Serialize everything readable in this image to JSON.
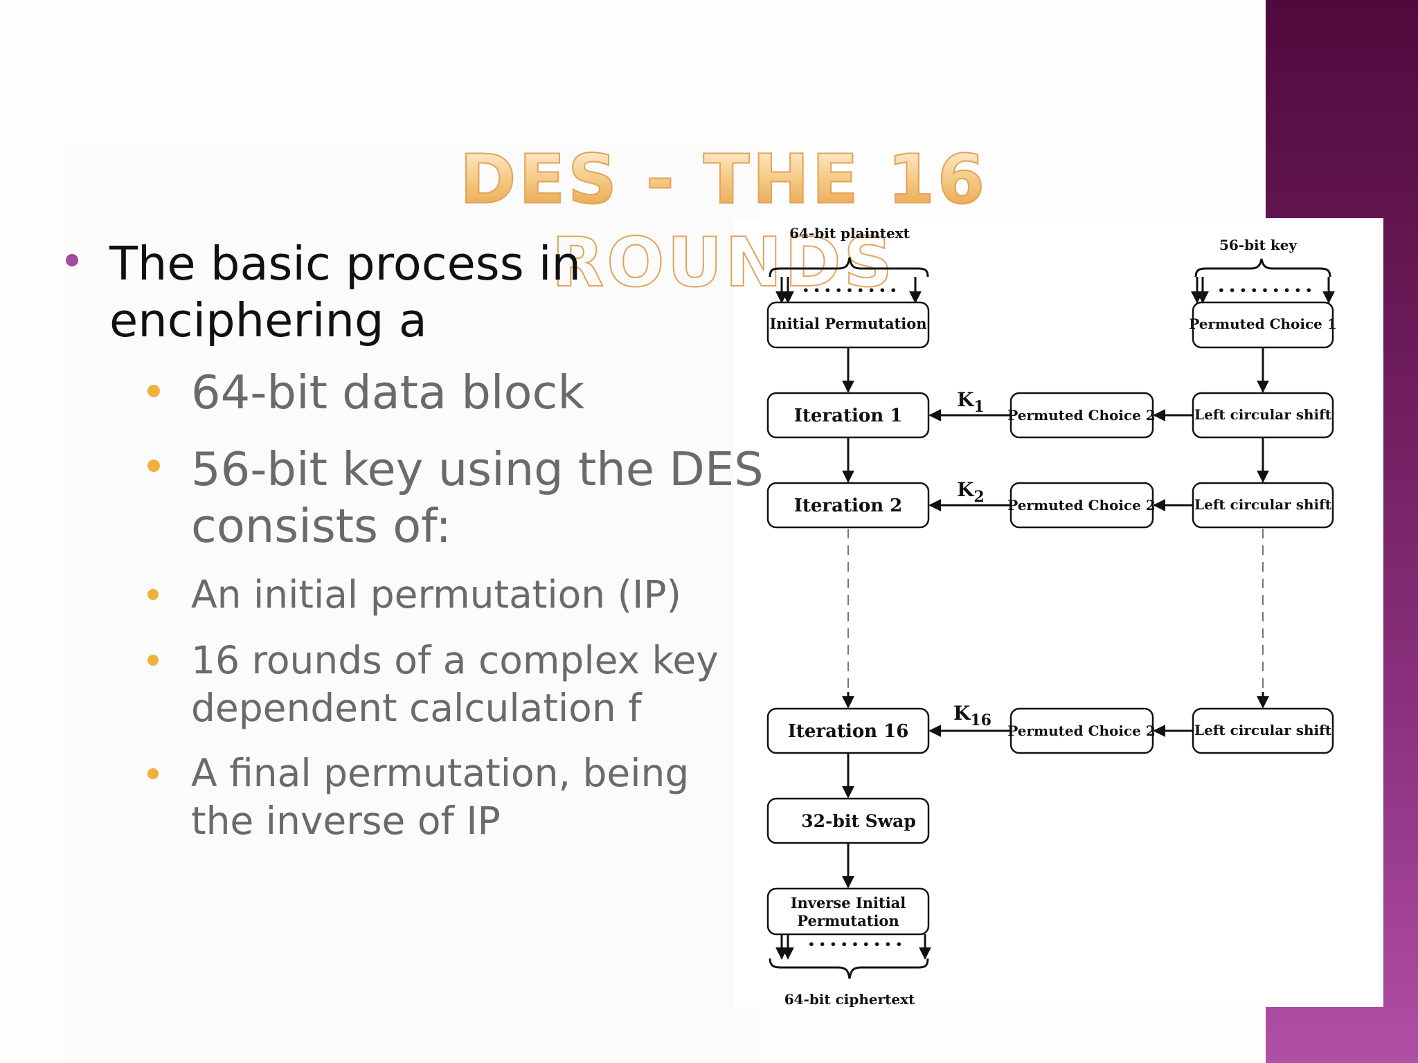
{
  "slide": {
    "title": "DES - THE 16 ROUNDS",
    "colors": {
      "title_gold": "#f2b060",
      "purple_band": "#6e1c5c",
      "bullet_level1": "#a64a9c",
      "bullet_level2": "#f0b13c",
      "body_black": "#111111",
      "body_gray": "#6a6a6a"
    }
  },
  "bullets": {
    "main": {
      "line1": "The basic process in",
      "line2": "enciphering a"
    },
    "sub": [
      {
        "line1": "64-bit data block"
      },
      {
        "line1": "56-bit key using the DES",
        "line2": "consists of:"
      },
      {
        "line1": "An initial permutation (IP)"
      },
      {
        "line1": "16 rounds of a complex key",
        "line2": "dependent calculation f"
      },
      {
        "line1": "A final permutation, being",
        "line2": "the inverse of IP"
      }
    ]
  },
  "diagram": {
    "input_label": "64-bit plaintext",
    "key_label": "56-bit key",
    "output_label": "64-bit ciphertext",
    "initial_permutation": "Initial Permutation",
    "permuted_choice_1": "Permuted Choice 1",
    "permuted_choice_2": "Permuted Choice 2",
    "left_circular_shift": "Left circular shift",
    "iterations": [
      "Iteration 1",
      "Iteration 2",
      "Iteration 16"
    ],
    "subkey_letter": "K",
    "subkey_indices": [
      "1",
      "2",
      "16"
    ],
    "swap": "32-bit Swap",
    "inverse_initial_permutation": [
      "Inverse Initial",
      "Permutation"
    ],
    "dots": "• • • • • • • • •"
  }
}
